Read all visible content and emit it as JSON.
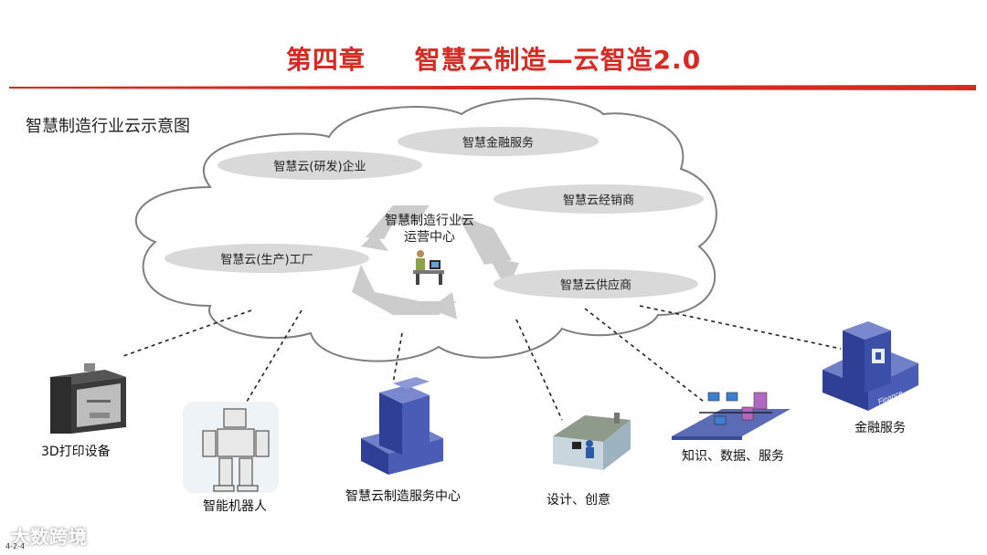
{
  "title": "第四章     智慧云制造—云智造2.0",
  "subtitle": "智慧制造行业云示意图",
  "cloud": {
    "center_line1": "智慧制造行业云",
    "center_line2": "运营中心",
    "pills": [
      {
        "text": "智慧金融服务"
      },
      {
        "text": "智慧云(研发)企业"
      },
      {
        "text": "智慧云经销商"
      },
      {
        "text": "智慧云(生产)工厂"
      },
      {
        "text": "智慧云供应商"
      }
    ]
  },
  "nodes": [
    {
      "label": "3D打印设备"
    },
    {
      "label": "智能机器人"
    },
    {
      "label": "智慧云制造服务中心"
    },
    {
      "label": "设计、创意"
    },
    {
      "label": "知识、数据、服务"
    },
    {
      "label": "金融服务"
    }
  ],
  "finance_sign": "Finance",
  "watermark": "大数跨境",
  "page_number": "4-2-4",
  "colors": {
    "title": "#d62a22",
    "rule": "#d62a22",
    "pill": "#d9d9d9",
    "building": "#3b4ea8"
  }
}
